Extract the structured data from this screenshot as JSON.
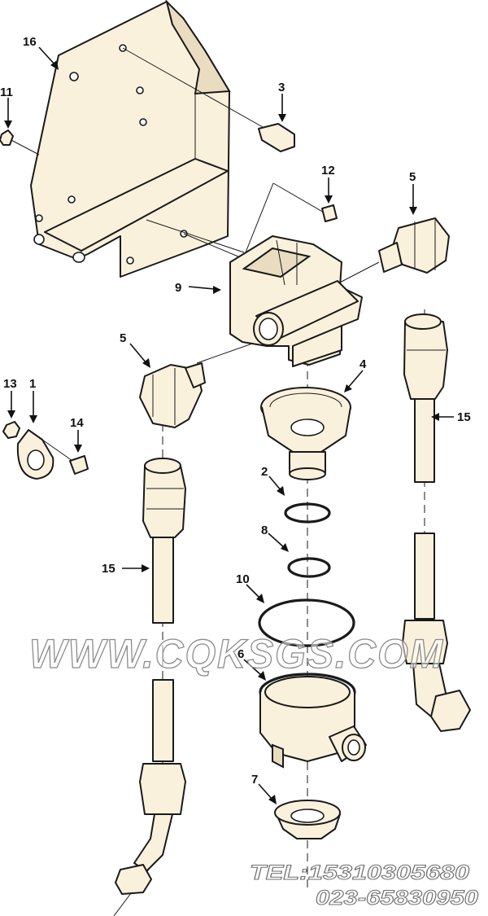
{
  "callouts": [
    {
      "id": "16",
      "label": "16"
    },
    {
      "id": "11",
      "label": "11"
    },
    {
      "id": "3",
      "label": "3"
    },
    {
      "id": "12",
      "label": "12"
    },
    {
      "id": "5a",
      "label": "5"
    },
    {
      "id": "9",
      "label": "9"
    },
    {
      "id": "5b",
      "label": "5"
    },
    {
      "id": "4",
      "label": "4"
    },
    {
      "id": "15a",
      "label": "15"
    },
    {
      "id": "13",
      "label": "13"
    },
    {
      "id": "1",
      "label": "1"
    },
    {
      "id": "14",
      "label": "14"
    },
    {
      "id": "2",
      "label": "2"
    },
    {
      "id": "8",
      "label": "8"
    },
    {
      "id": "15b",
      "label": "15"
    },
    {
      "id": "10",
      "label": "10"
    },
    {
      "id": "6",
      "label": "6"
    },
    {
      "id": "7",
      "label": "7"
    }
  ],
  "watermark": "WWW.CQKSGS.COM",
  "contact": {
    "phone": "TEL:15310305680",
    "alt_phone": "023-65830950"
  },
  "colors": {
    "part_fill": "#faf1dc",
    "outline": "#1a1a1a",
    "background": "#ffffff"
  }
}
